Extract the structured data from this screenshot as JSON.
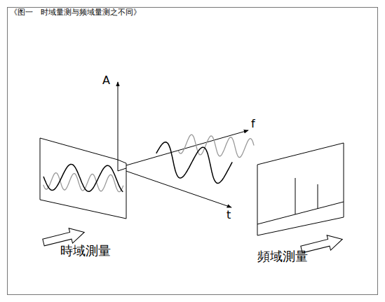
{
  "diagram": {
    "title": "《图一　时域量测与频域量测之不同》",
    "labels": [
      "A",
      "f",
      "t",
      "時域測量",
      "頻域測量"
    ]
  }
}
